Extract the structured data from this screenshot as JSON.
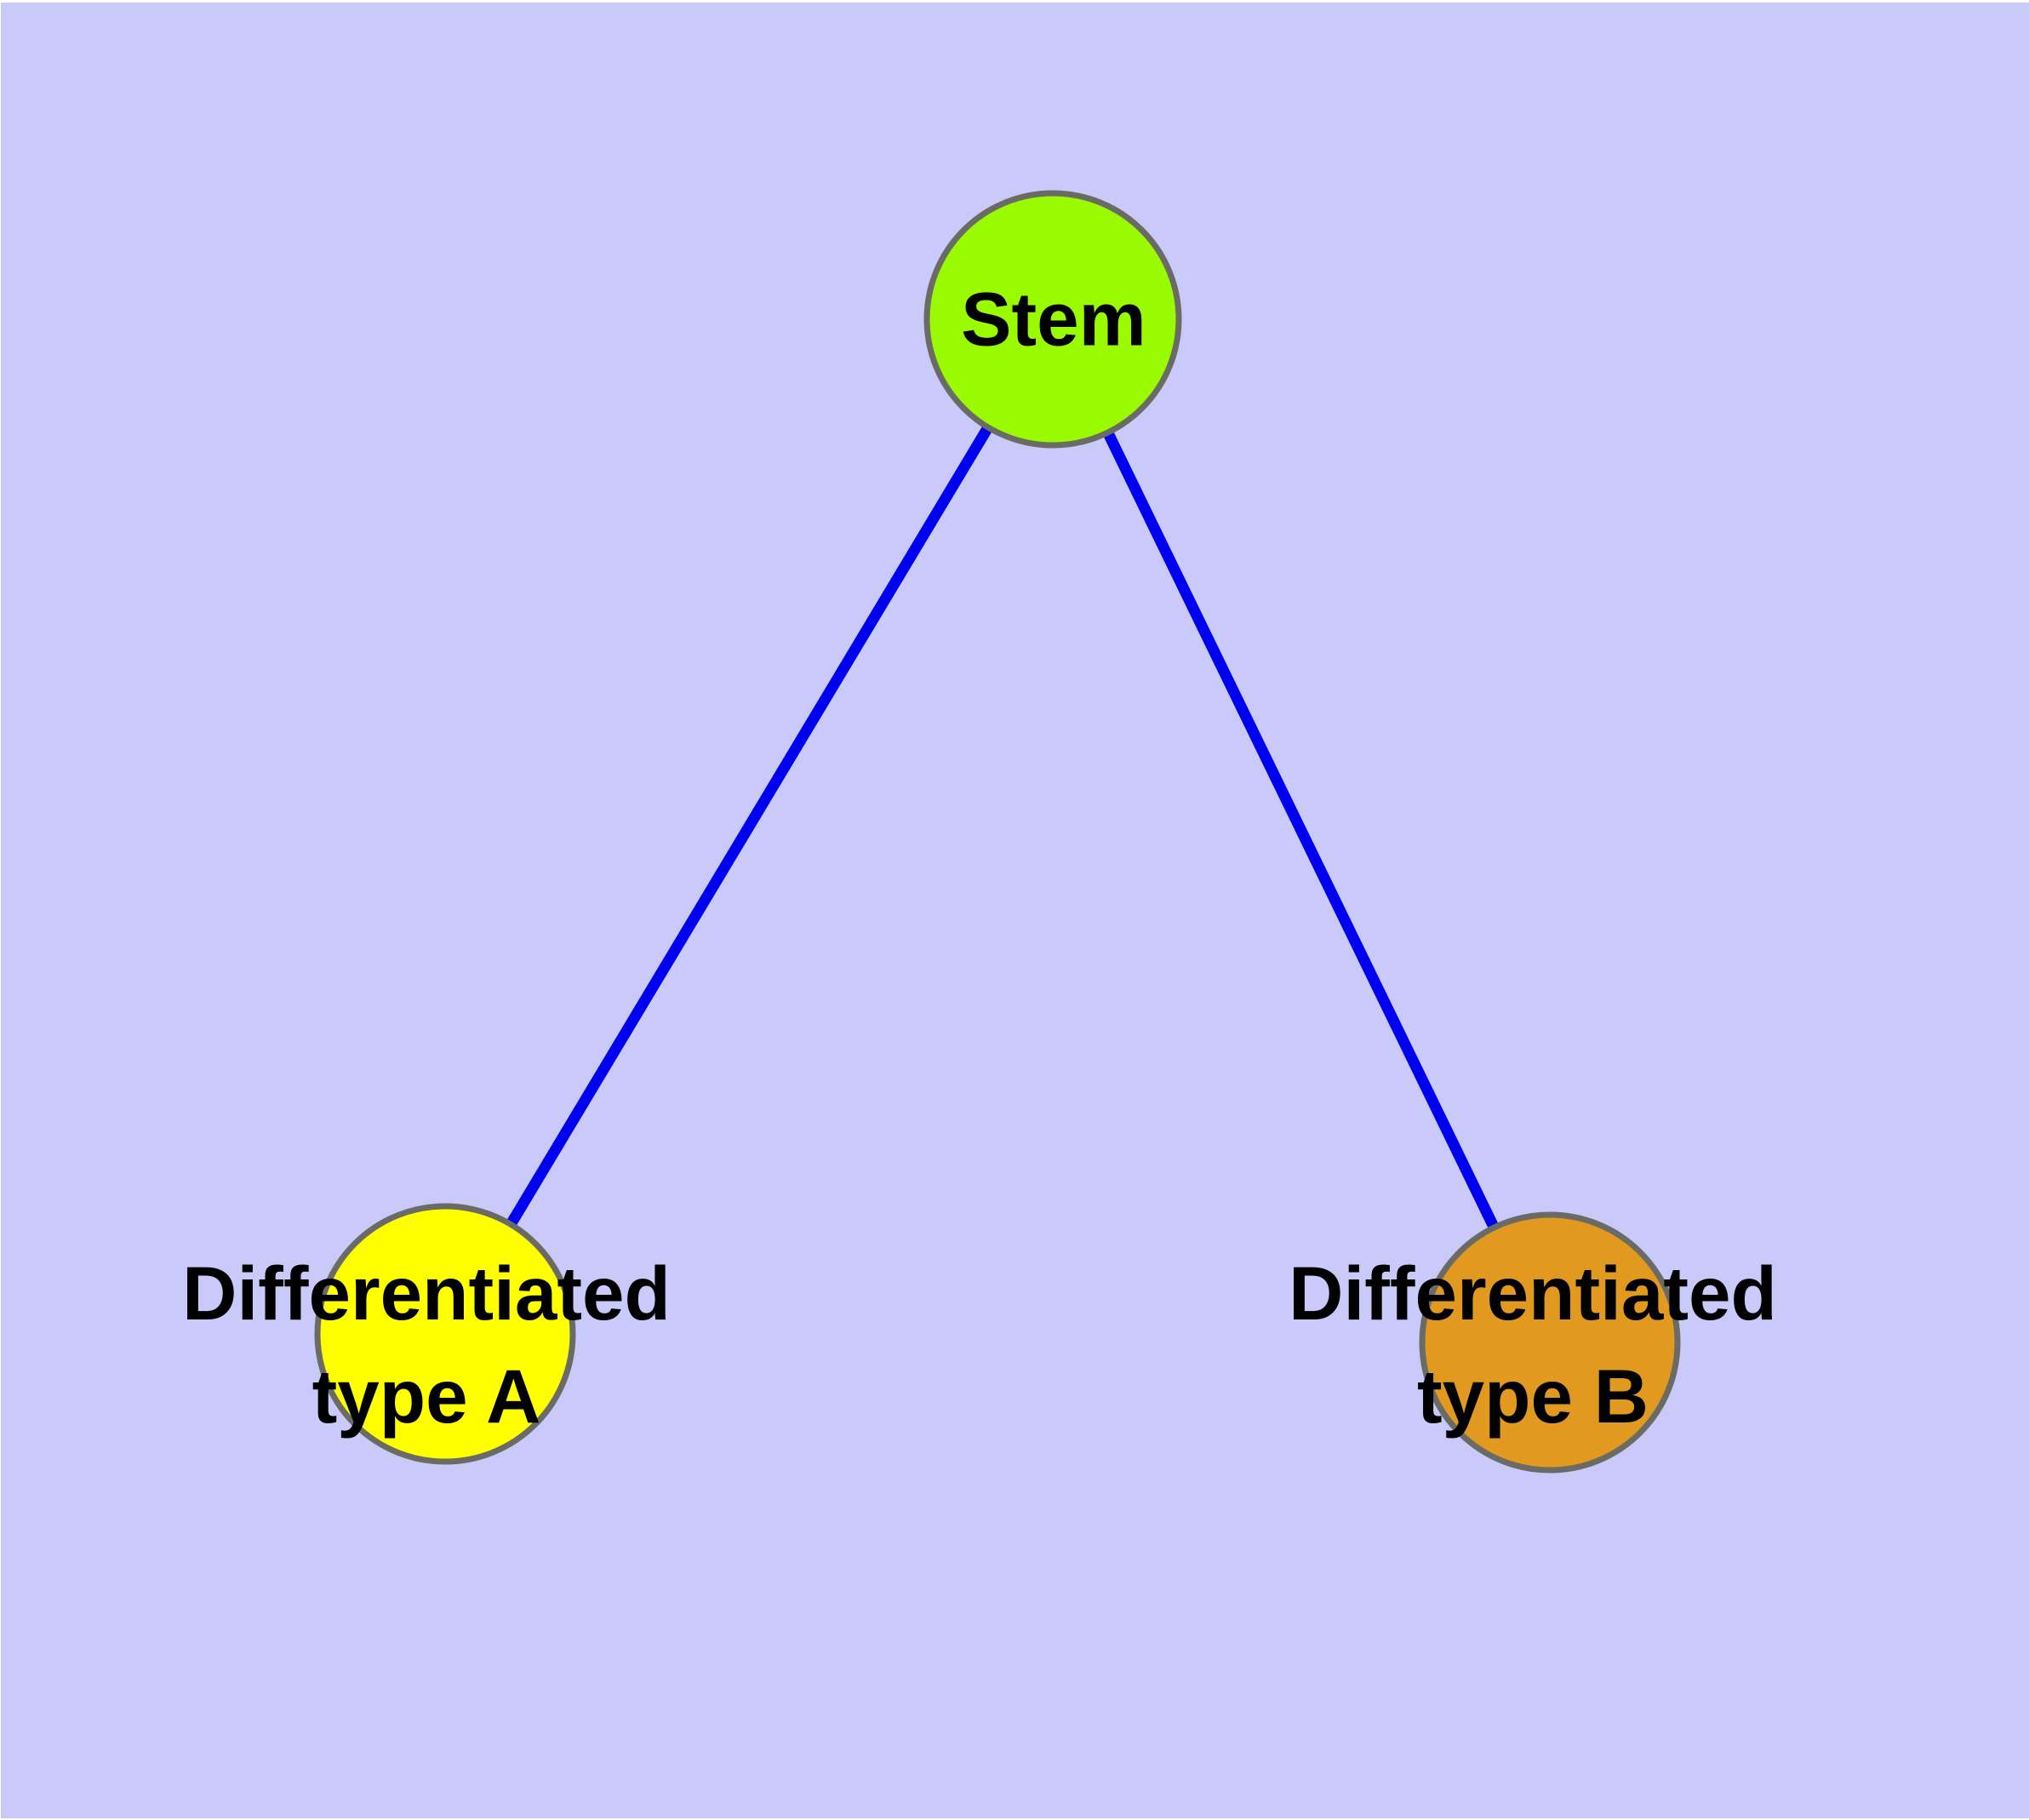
{
  "graph": {
    "background_color": "#CACAFA",
    "edge_color": "#0000F0",
    "node_border_color": "#6B6B66",
    "nodes": [
      {
        "id": "stem",
        "label": "Stem",
        "color": "#9AFB00"
      },
      {
        "id": "type-a",
        "label": "Differentiated\ntype A",
        "color": "#FFFF00"
      },
      {
        "id": "type-b",
        "label": "Differentiated\ntype B",
        "color": "#E2991F"
      }
    ],
    "edges": [
      {
        "from": "Stem",
        "to": "Differentiated type A"
      },
      {
        "from": "Stem",
        "to": "Differentiated type B"
      }
    ]
  }
}
